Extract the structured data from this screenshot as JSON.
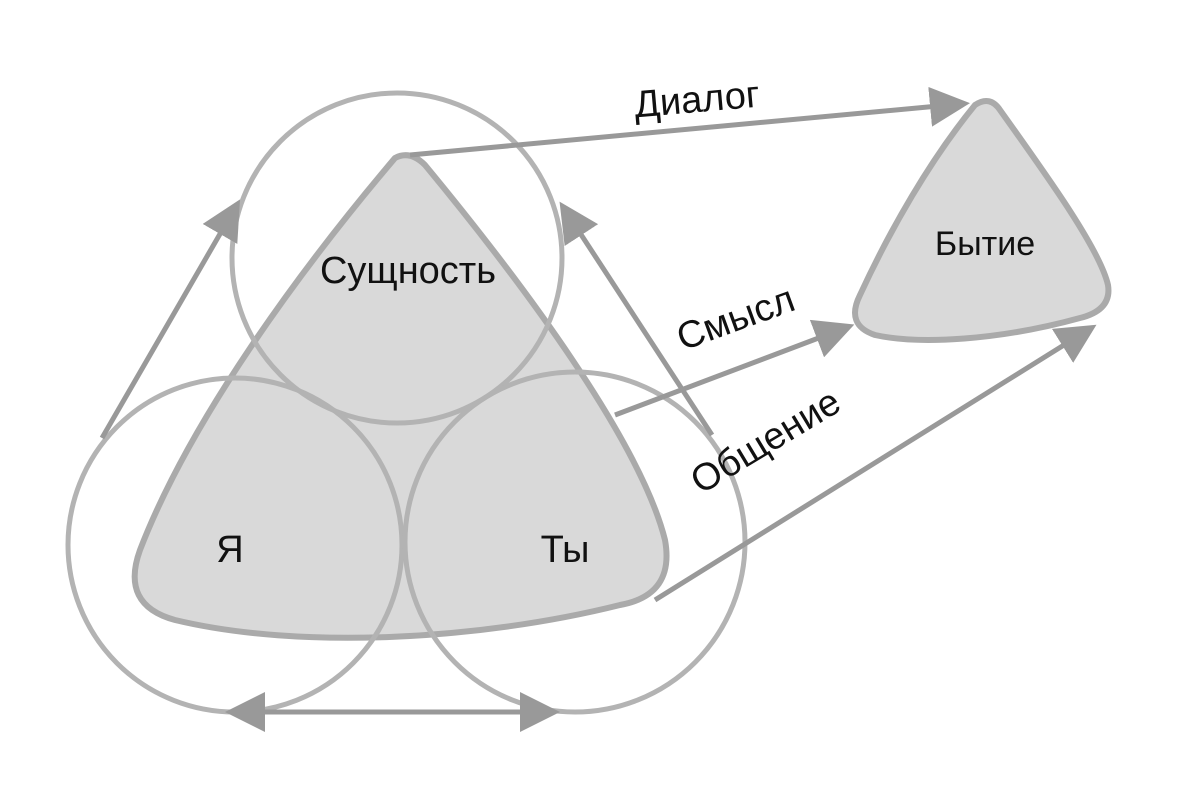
{
  "nodes": {
    "essence": "Сущность",
    "self": "Я",
    "you": "Ты",
    "being": "Бытие"
  },
  "edges": {
    "dialog": "Диалог",
    "meaning": "Смысл",
    "communication": "Общение"
  },
  "colors": {
    "circle_stroke": "#b3b3b3",
    "triangle_fill": "#d9d9d9",
    "triangle_stroke": "#aaaaaa",
    "arrow": "#999999"
  }
}
